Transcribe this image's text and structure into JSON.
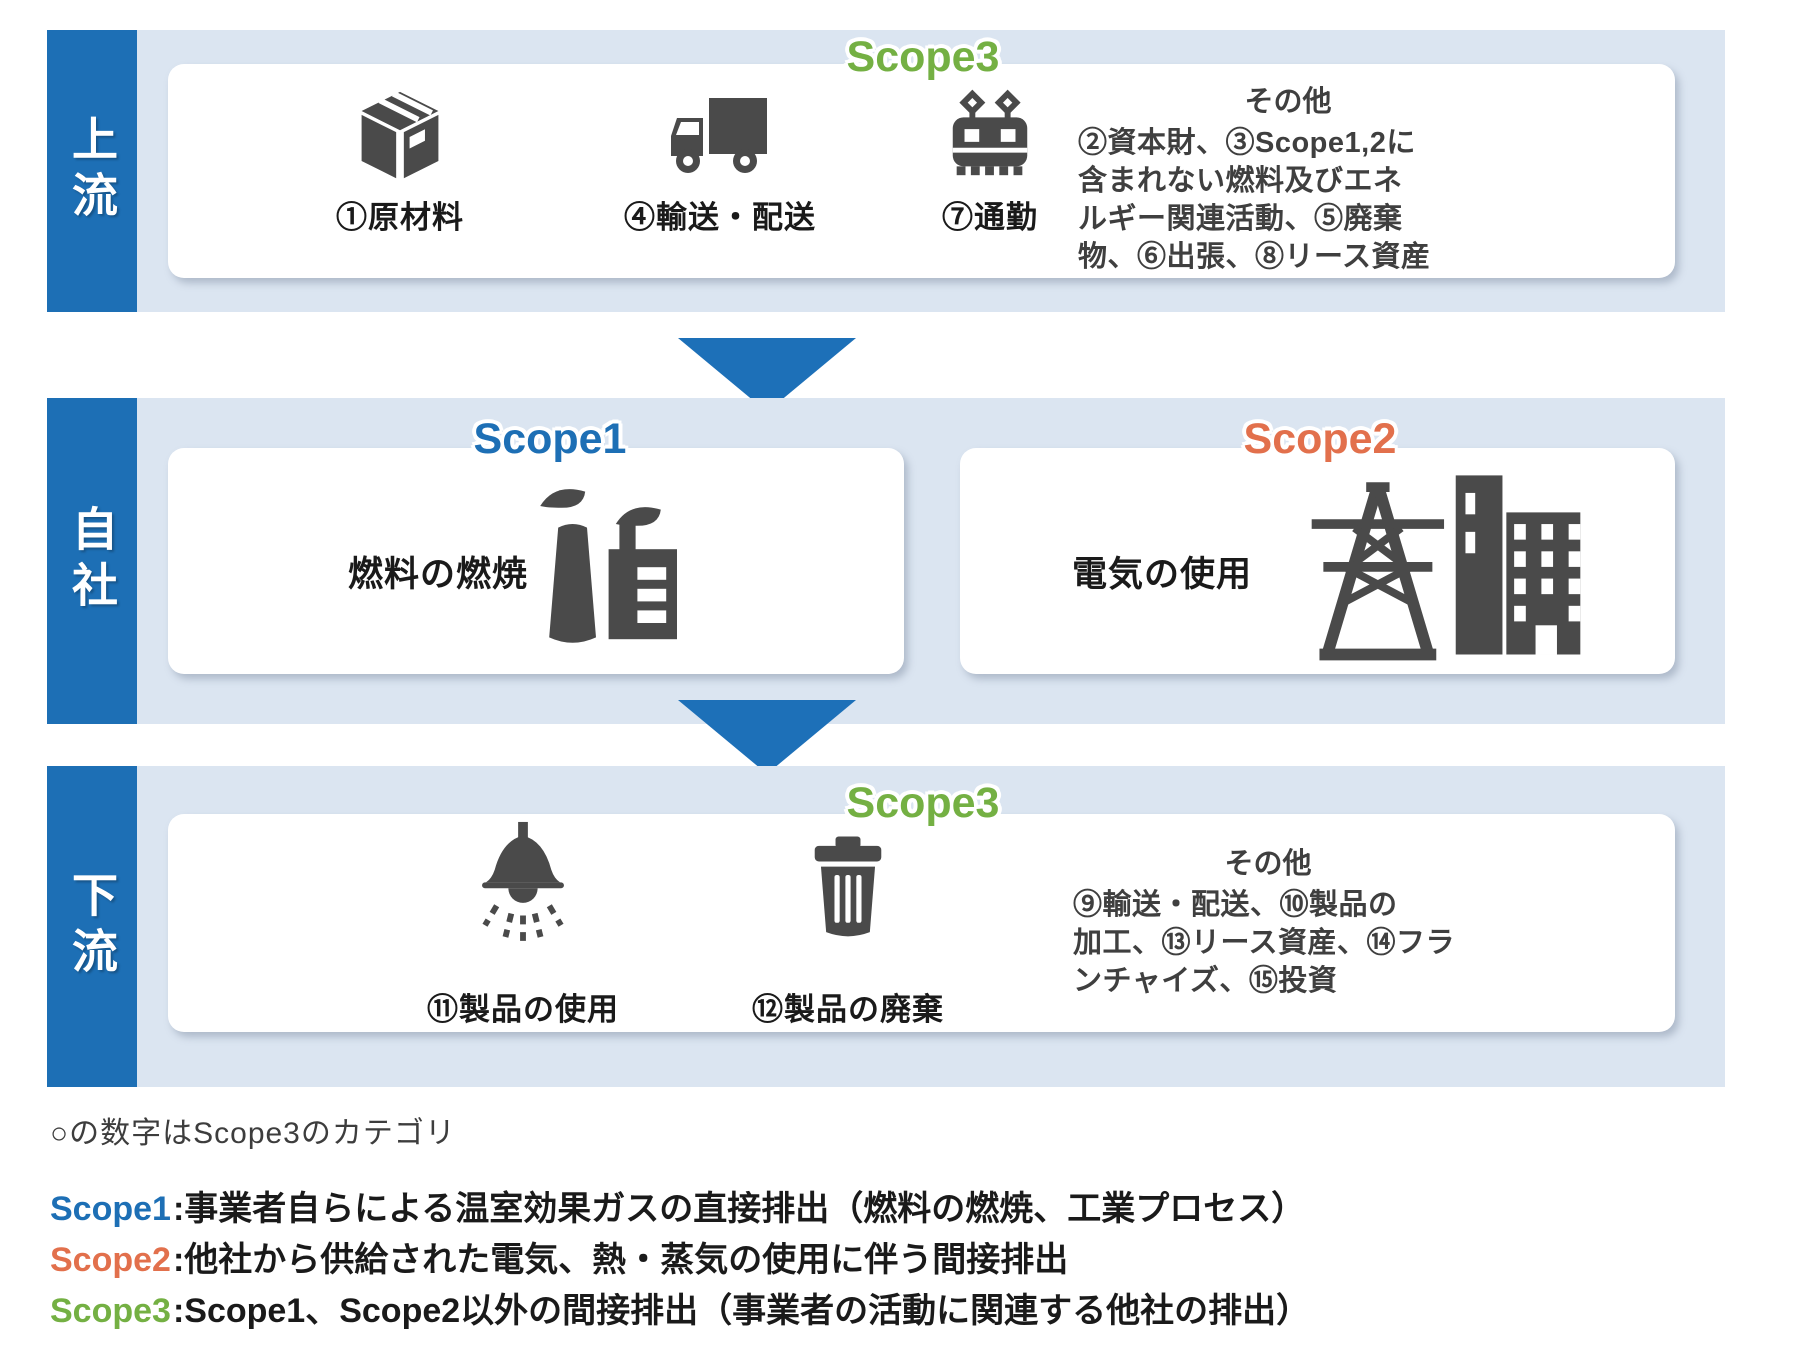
{
  "colors": {
    "band_background": "#dbe5f1",
    "label_bar_blue": "#1d6fb5",
    "arrow_blue": "#1d70b8",
    "scope1_blue": "#1d6fb5",
    "scope2_orange": "#e2704c",
    "scope3_green": "#74b043",
    "icon_gray": "#4a4a4a",
    "card_white": "#ffffff"
  },
  "bands": {
    "upstream": {
      "label": "上流",
      "scope_title": "Scope3",
      "items": [
        {
          "icon": "package-icon",
          "label": "①原材料"
        },
        {
          "icon": "truck-icon",
          "label": "④輸送・配送"
        },
        {
          "icon": "train-icon",
          "label": "⑦通勤"
        }
      ],
      "other": {
        "title": "その他",
        "body": "②資本財、③Scope1,2に\n含まれない燃料及びエネ\nルギー関連活動、⑤廃棄\n物、⑥出張、⑧リース資産"
      }
    },
    "company": {
      "label": "自社",
      "scope1": {
        "title": "Scope1",
        "label": "燃料の燃焼",
        "icon": "factory-icon"
      },
      "scope2": {
        "title": "Scope2",
        "label": "電気の使用",
        "icon": "power-grid-building-icon"
      }
    },
    "downstream": {
      "label": "下流",
      "scope_title": "Scope3",
      "items": [
        {
          "icon": "pendant-lamp-icon",
          "label": "⑪製品の使用"
        },
        {
          "icon": "trash-can-icon",
          "label": "⑫製品の廃棄"
        }
      ],
      "other": {
        "title": "その他",
        "body": "⑨輸送・配送、⑩製品の\n加工、⑬リース資産、⑭フラ\nンチャイズ、⑮投資"
      }
    }
  },
  "footnote": "○の数字はScope3のカテゴリ",
  "legend": [
    {
      "scope": "Scope1",
      "text": ":事業者自らによる温室効果ガスの直接排出（燃料の燃焼、工業プロセス）",
      "color": "#1d6fb5"
    },
    {
      "scope": "Scope2",
      "text": ":他社から供給された電気、熱・蒸気の使用に伴う間接排出",
      "color": "#e2704c"
    },
    {
      "scope": "Scope3",
      "text": ":Scope1、Scope2以外の間接排出（事業者の活動に関連する他社の排出）",
      "color": "#74b043"
    }
  ]
}
